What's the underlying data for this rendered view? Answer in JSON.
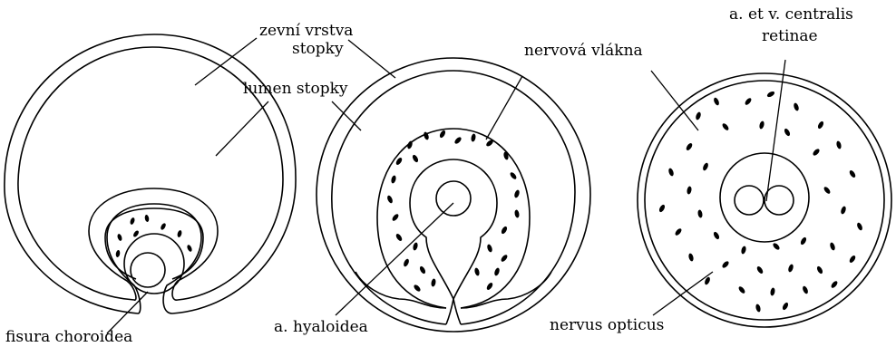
{
  "labels": {
    "outer_layer_line1": "zevní vrstva",
    "outer_layer_line2": "stopky",
    "lumen": "lumen stopky",
    "fissure": "fisura choroidea",
    "hyaloid": "a. hyaloidea",
    "fibers": "nervová vlákna",
    "central_line1": "a. et v. centralis",
    "central_line2": "retinae",
    "optic_nerve": "nervus opticus"
  }
}
